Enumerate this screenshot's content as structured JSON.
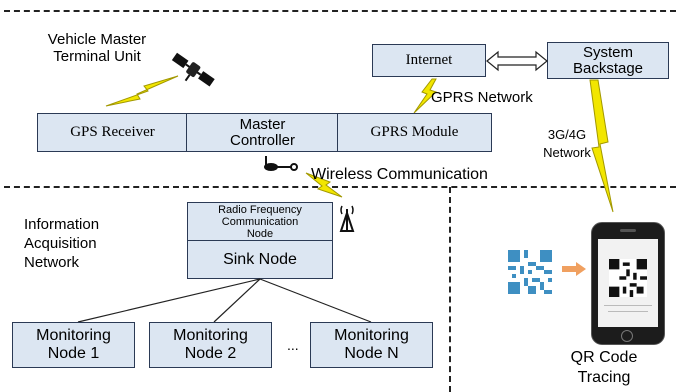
{
  "vehicle_unit": {
    "title_line1": "Vehicle Master",
    "title_line2": "Terminal Unit"
  },
  "modules": {
    "gps": "GPS Receiver",
    "master_line1": "Master",
    "master_line2": "Controller",
    "gprs": "GPRS Module"
  },
  "internet": "Internet",
  "backstage": {
    "line1": "System",
    "line2": "Backstage"
  },
  "gprs_network": "GPRS Network",
  "cellular": {
    "line1": "3G/4G",
    "line2": "Network"
  },
  "wireless": "Wireless Communication",
  "info_network": {
    "line1": "Information",
    "line2": "Acquisition",
    "line3": "Network"
  },
  "rf_node": {
    "line1": "Radio Frequency",
    "line2": "Communication",
    "line3": "Node"
  },
  "sink_node": "Sink Node",
  "monitor_nodes": [
    {
      "line1": "Monitoring",
      "line2": "Node 1"
    },
    {
      "line1": "Monitoring",
      "line2": "Node 2"
    },
    {
      "line1": "Monitoring",
      "line2": "Node N"
    }
  ],
  "ellipsis": "...",
  "qr": {
    "line1": "QR Code",
    "line2": "Tracing"
  },
  "colors": {
    "box_fill": "#dce6f2",
    "lightning": "#f2e600",
    "arrow": "#f0a060"
  }
}
